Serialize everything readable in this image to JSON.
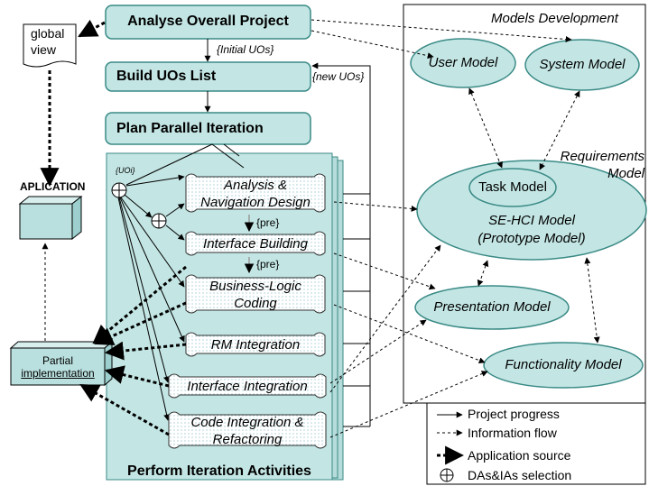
{
  "processes": {
    "analyse": "Analyse Overall Project",
    "build": "Build UOs List",
    "plan": "Plan Parallel Iteration",
    "perform": "Perform Iteration Activities"
  },
  "flow_labels": {
    "initial_uos": "{Initial UOs}",
    "new_uos": "{new  UOs}",
    "uoi": "{UOi}",
    "pre1": "{pre}",
    "pre2": "{pre}"
  },
  "global_view": [
    "global",
    "view"
  ],
  "application": "APLICATION",
  "partial": [
    "Partial",
    "implementation"
  ],
  "activities": {
    "analysis": [
      "Analysis &",
      "Navigation Design"
    ],
    "interface_building": "Interface Building",
    "business_logic": [
      "Business-Logic",
      "Coding"
    ],
    "rm_integration": "RM Integration",
    "interface_integration": "Interface Integration",
    "code_integration": [
      "Code Integration &",
      "Refactoring"
    ]
  },
  "models": {
    "panel_title": "Models Development",
    "user": "User Model",
    "system": "System Model",
    "requirements": [
      "Requirements",
      "Model"
    ],
    "task": "Task Model",
    "sehci": [
      "SE-HCI Model",
      "(Prototype Model)"
    ],
    "presentation": "Presentation Model",
    "functionality": "Functionality Model"
  },
  "legend": [
    {
      "symbol": "solid-arrow",
      "label": "Project progress"
    },
    {
      "symbol": "dashed-arrow",
      "label": "Information flow"
    },
    {
      "symbol": "bold-dashed-arrow",
      "label": "Application source"
    },
    {
      "symbol": "circle-plus",
      "label": "DAs&IAs selection"
    }
  ],
  "colors": {
    "box_fill": "#c3e6e4",
    "box_border": "#3a8a86",
    "stack_fill": "#b5dcda",
    "activity_fill": "#ffffff"
  }
}
